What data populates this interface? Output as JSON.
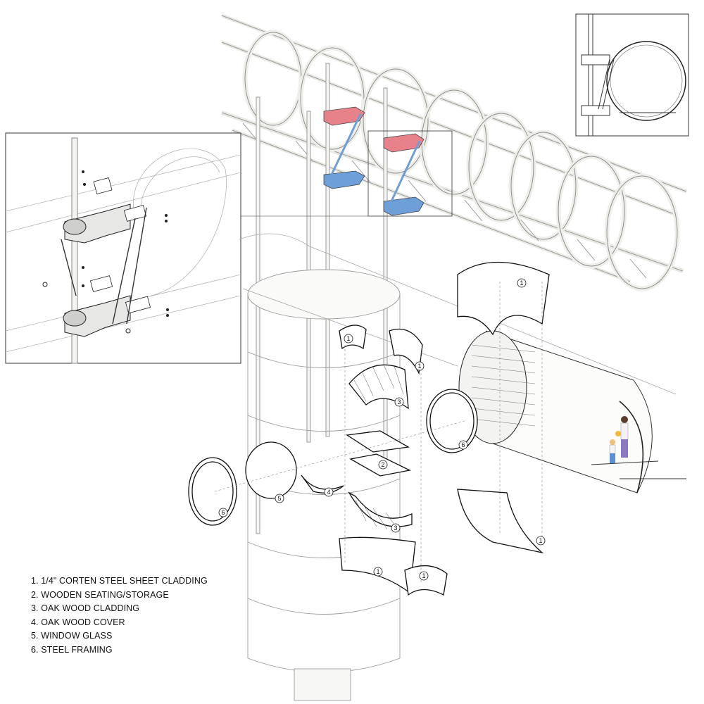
{
  "legend": {
    "items": [
      {
        "number": "1",
        "label": "1. 1/4\" CORTEN STEEL SHEET CLADDING"
      },
      {
        "number": "2",
        "label": "2. WOODEN SEATING/STORAGE"
      },
      {
        "number": "3",
        "label": "3. OAK WOOD CLADDING"
      },
      {
        "number": "4",
        "label": "4. OAK WOOD COVER"
      },
      {
        "number": "5",
        "label": "5. WINDOW GLASS"
      },
      {
        "number": "6",
        "label": "6. STEEL FRAMING"
      }
    ]
  },
  "callouts": [
    {
      "id": "c1a",
      "text": "1"
    },
    {
      "id": "c1b",
      "text": "1"
    },
    {
      "id": "c1c",
      "text": "1"
    },
    {
      "id": "c1d",
      "text": "1"
    },
    {
      "id": "c1e",
      "text": "1"
    },
    {
      "id": "c1f",
      "text": "1"
    },
    {
      "id": "c2",
      "text": "2"
    },
    {
      "id": "c3a",
      "text": "3"
    },
    {
      "id": "c3b",
      "text": "3"
    },
    {
      "id": "c4",
      "text": "4"
    },
    {
      "id": "c5",
      "text": "5"
    },
    {
      "id": "c6a",
      "text": "6"
    },
    {
      "id": "c6b",
      "text": "6"
    }
  ],
  "colors": {
    "line": "#1a1a1a",
    "faint": "#8a8a8a",
    "cage": "#f3f3ef",
    "bracket_red": "#e8828a",
    "bracket_blue": "#6f9fd8"
  }
}
